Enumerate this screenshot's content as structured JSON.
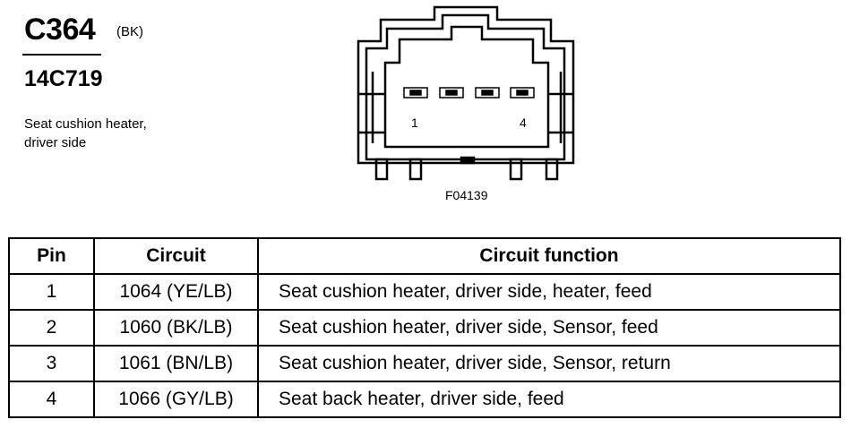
{
  "connector": {
    "id": "C364",
    "color": "(BK)",
    "part_number": "14C719",
    "description_lines": [
      "Seat cushion heater,",
      "driver side"
    ]
  },
  "diagram": {
    "pin_labels": [
      "1",
      "4"
    ],
    "figure_code": "F04139"
  },
  "table": {
    "headers": {
      "pin": "Pin",
      "circuit": "Circuit",
      "function": "Circuit function"
    },
    "rows": [
      {
        "pin": "1",
        "circuit": "1064 (YE/LB)",
        "function": "Seat cushion heater, driver side, heater, feed"
      },
      {
        "pin": "2",
        "circuit": "1060 (BK/LB)",
        "function": "Seat cushion heater, driver side, Sensor, feed"
      },
      {
        "pin": "3",
        "circuit": "1061 (BN/LB)",
        "function": "Seat cushion heater, driver side, Sensor, return"
      },
      {
        "pin": "4",
        "circuit": "1066 (GY/LB)",
        "function": "Seat back heater, driver side, feed"
      }
    ]
  }
}
